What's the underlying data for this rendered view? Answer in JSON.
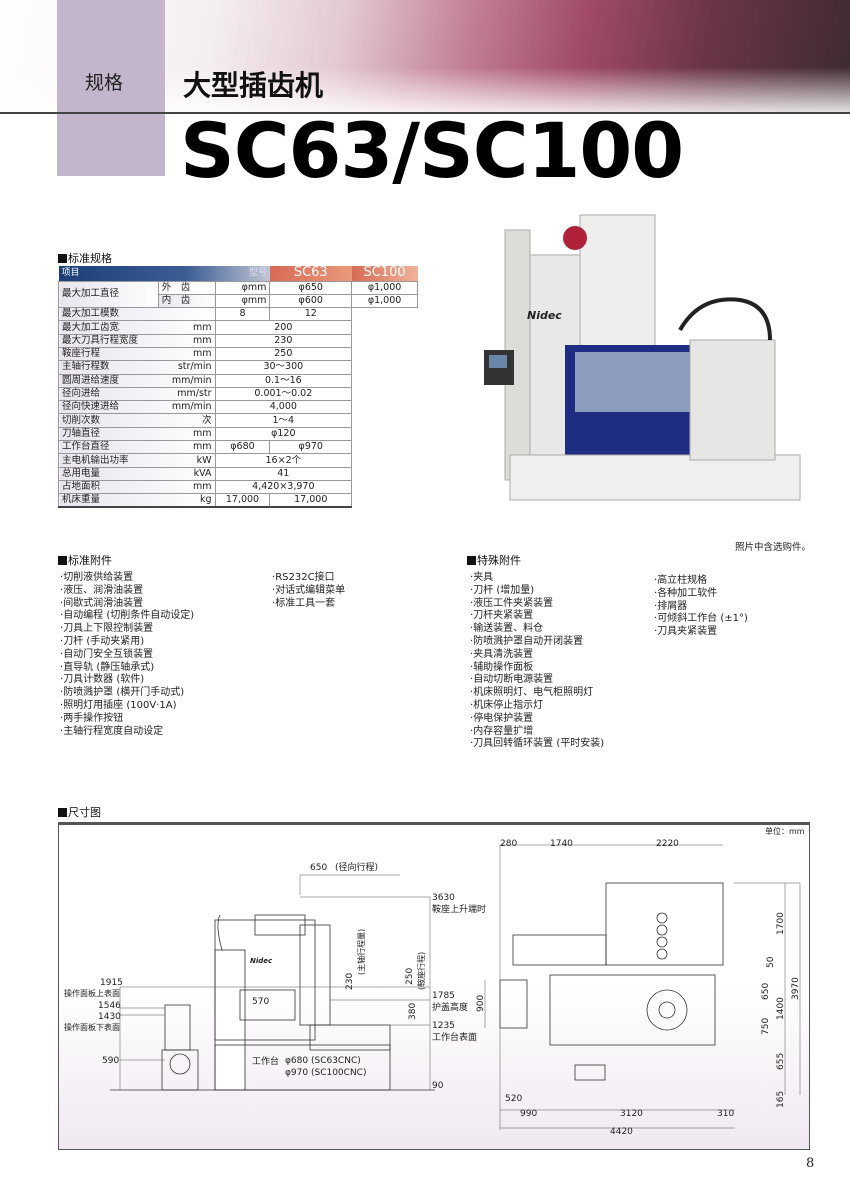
{
  "header": {
    "section_tab": "规格",
    "subtitle": "大型插齿机",
    "model": "SC63/SC100"
  },
  "spec": {
    "heading": "标准规格",
    "col_item": "项目",
    "col_type": "型号",
    "models": [
      "SC63",
      "SC100"
    ],
    "rows": [
      {
        "label": "最大加工直径",
        "sub": "外　齿",
        "unit": "φmm",
        "sc63": "φ650",
        "sc100": "φ1,000"
      },
      {
        "sub": "内　齿",
        "unit": "φmm",
        "sc63": "φ600",
        "sc100": "φ1,000"
      },
      {
        "label": "最大加工模数",
        "unit": "",
        "sc63": "8",
        "sc100": "12"
      },
      {
        "label": "最大加工齿宽",
        "unit": "mm",
        "both": "200"
      },
      {
        "label": "最大刀具行程宽度",
        "unit": "mm",
        "both": "230"
      },
      {
        "label": "鞍座行程",
        "unit": "mm",
        "both": "250"
      },
      {
        "label": "主轴行程数",
        "unit": "str/min",
        "both": "30～300"
      },
      {
        "label": "圆周进给速度",
        "unit": "mm/min",
        "both": "0.1～16"
      },
      {
        "label": "径向进给",
        "unit": "mm/str",
        "both": "0.001～0.02"
      },
      {
        "label": "径向快速进给",
        "unit": "mm/min",
        "both": "4,000"
      },
      {
        "label": "切削次数",
        "unit": "次",
        "both": "1～4"
      },
      {
        "label": "刀轴直径",
        "unit": "mm",
        "both": "φ120"
      },
      {
        "label": "工作台直径",
        "unit": "mm",
        "sc63": "φ680",
        "sc100": "φ970"
      },
      {
        "label": "主电机输出功率",
        "unit": "kW",
        "both": "16×2个"
      },
      {
        "label": "总用电量",
        "unit": "kVA",
        "both": "41"
      },
      {
        "label": "占地面积",
        "unit": "mm",
        "both": "4,420×3,970"
      },
      {
        "label": "机床重量",
        "unit": "kg",
        "sc63": "17,000",
        "sc100": "17,000"
      }
    ]
  },
  "photo": {
    "brand": "Nidec",
    "caption": "照片中含选购件。"
  },
  "standard_accessories": {
    "heading": "标准附件",
    "col1": [
      "切削液供给装置",
      "液压、润滑油装置",
      "间歇式润滑油装置",
      "自动编程 (切削条件自动设定)",
      "刀具上下限控制装置",
      "刀杆 (手动夹紧用)",
      "自动门安全互锁装置",
      "直导轨 (静压轴承式)",
      "刀具计数器 (软件)",
      "防喷溅护罩 (横开门手动式)",
      "照明灯用插座 (100V·1A)",
      "两手操作按钮",
      "主轴行程宽度自动设定"
    ],
    "col2": [
      "RS232C接口",
      "对话式编辑菜单",
      "标准工具一套"
    ]
  },
  "special_accessories": {
    "heading": "特殊附件",
    "col1": [
      "夹具",
      "刀杆 (增加量)",
      "液压工件夹紧装置",
      "刀杆夹紧装置",
      "输送装置、料仓",
      "防喷溅护罩自动开闭装置",
      "夹具清洗装置",
      "辅助操作面板",
      "自动切断电源装置",
      "机床照明灯、电气柜照明灯",
      "机床停止指示灯",
      "停电保护装置",
      "内存容量扩增",
      "刀具回转循环装置 (平时安装)"
    ],
    "col2": [
      "高立柱规格",
      "各种加工软件",
      "排屑器",
      "可倾斜工作台 (±1°)",
      "刀具夹紧装置"
    ]
  },
  "drawing": {
    "heading": "尺寸图",
    "unit": "单位：mm",
    "side": {
      "radial_stroke": "650",
      "radial_stroke_label": "(径向行程)",
      "h3630": "3630",
      "h3630_label": "鞍座上升端时",
      "h1915": "1915",
      "h1915_label": "操作面板上表面",
      "h1546": "1546",
      "h1430": "1430",
      "h1430_label": "操作面板下表面",
      "h590": "590",
      "w570": "570",
      "spindle_stroke": "230",
      "spindle_stroke_label": "(主轴行程量)",
      "saddle_stroke": "250",
      "saddle_stroke_label": "(鞍座行程)",
      "d380": "380",
      "h1785": "1785",
      "h1785_label": "护盖高度",
      "h1235": "1235",
      "h1235_label": "工作台表面",
      "table_label": "工作台",
      "table_sc63": "φ680 (SC63CNC)",
      "table_sc100": "φ970 (SC100CNC)",
      "h90": "90",
      "brand": "Nidec"
    },
    "plan": {
      "d280": "280",
      "d1740": "1740",
      "d2220": "2220",
      "d1700": "1700",
      "d50": "50",
      "d3970": "3970",
      "d650": "650",
      "d1400": "1400",
      "d750": "750",
      "d655": "655",
      "d165": "165",
      "d900": "900",
      "d520": "520",
      "d990": "990",
      "d3120": "3120",
      "d310": "310",
      "d4420": "4420"
    }
  },
  "page_number": "8"
}
